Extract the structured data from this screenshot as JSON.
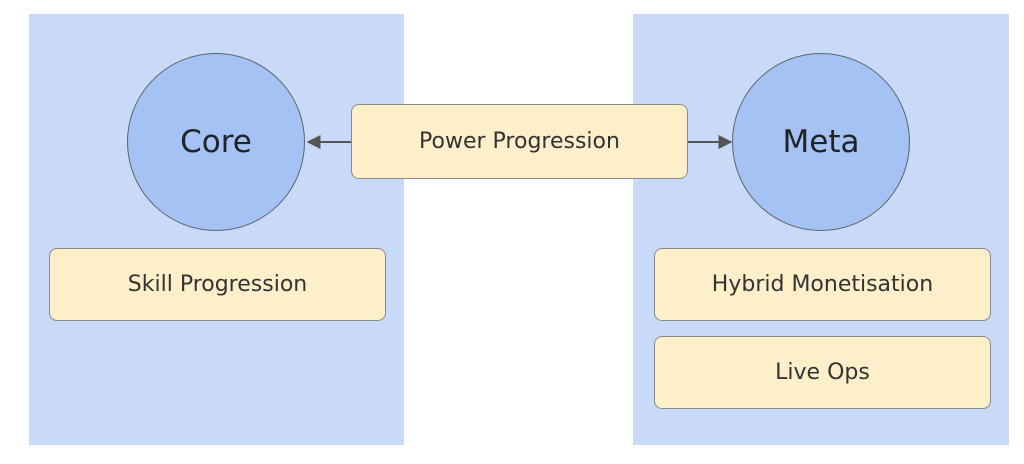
{
  "diagram": {
    "core_label": "Core",
    "meta_label": "Meta",
    "power_progression_label": "Power Progression",
    "skill_progression_label": "Skill Progression",
    "hybrid_monetisation_label": "Hybrid Monetisation",
    "live_ops_label": "Live Ops"
  },
  "colors": {
    "panel": "#c9daf8",
    "circle": "#a4c2f4",
    "box": "#fcefc9",
    "arrow": "#555555"
  }
}
